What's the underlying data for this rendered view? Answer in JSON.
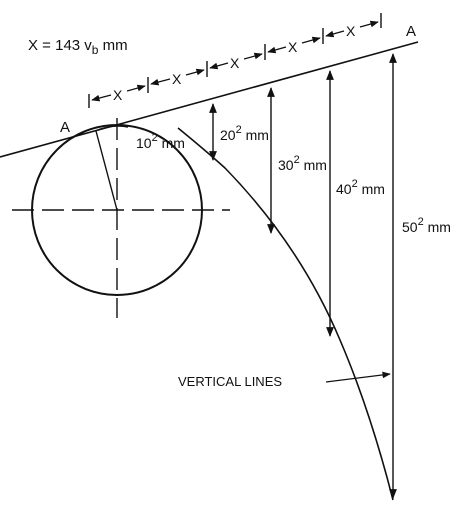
{
  "formula": {
    "prefix": "X = 143 v",
    "subscript": "b",
    "suffix": " mm"
  },
  "point_labels": [
    "A",
    "A"
  ],
  "division_label": "X",
  "drop_labels": [
    {
      "base": "10",
      "exp": "2",
      "unit": " mm"
    },
    {
      "base": "20",
      "exp": "2",
      "unit": " mm"
    },
    {
      "base": "30",
      "exp": "2",
      "unit": " mm"
    },
    {
      "base": "40",
      "exp": "2",
      "unit": " mm"
    },
    {
      "base": "50",
      "exp": "2",
      "unit": " mm"
    }
  ],
  "callout": "VERTICAL LINES",
  "colors": {
    "ink": "#111111",
    "background": "#ffffff"
  }
}
